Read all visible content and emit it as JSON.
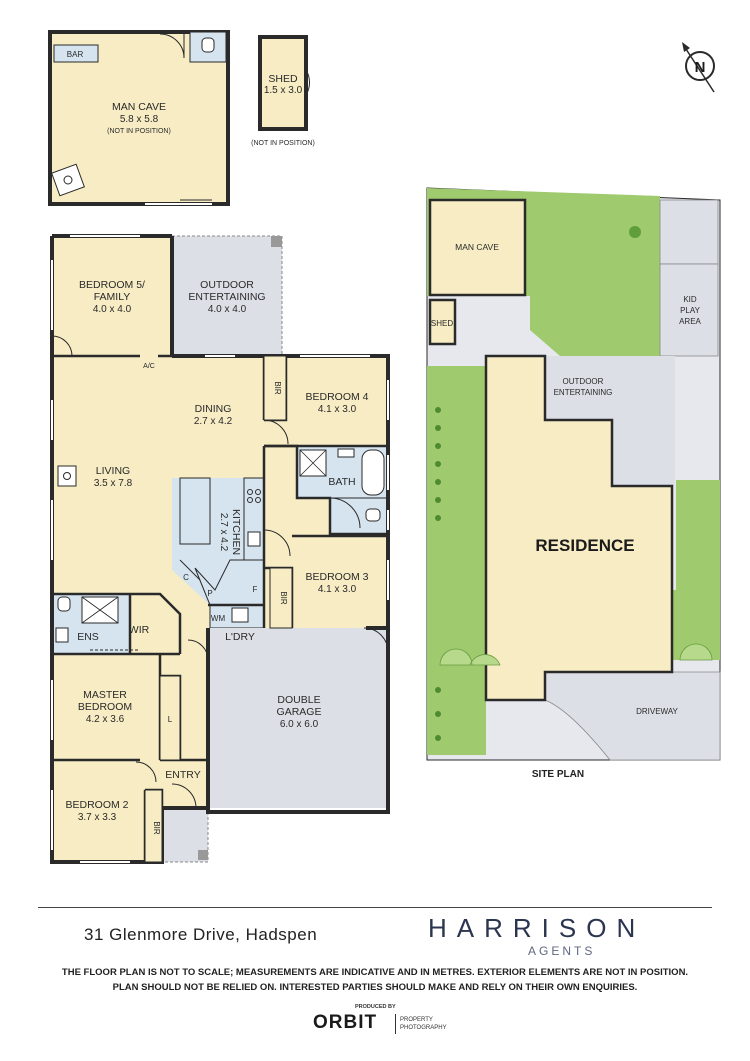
{
  "rooms": {
    "man_cave": {
      "name": "MAN CAVE",
      "dim": "5.8 x 5.8",
      "note": "(NOT IN POSITION)",
      "bar": "BAR"
    },
    "shed": {
      "name": "SHED",
      "dim": "1.5 x 3.0",
      "note": "(NOT IN POSITION)"
    },
    "bedroom5": {
      "name": "BEDROOM 5/",
      "name2": "FAMILY",
      "dim": "4.0 x 4.0"
    },
    "outdoor": {
      "name": "OUTDOOR",
      "name2": "ENTERTAINING",
      "dim": "4.0 x 4.0"
    },
    "ac": "A/C",
    "dining": {
      "name": "DINING",
      "dim": "2.7 x 4.2"
    },
    "bedroom4": {
      "name": "BEDROOM 4",
      "dim": "4.1 x 3.0"
    },
    "bir": "BIR",
    "bath": "BATH",
    "living": {
      "name": "LIVING",
      "dim": "3.5 x 7.8"
    },
    "kitchen": {
      "name": "KITCHEN",
      "dim": "2.7 x 4.2"
    },
    "bedroom3": {
      "name": "BEDROOM 3",
      "dim": "4.1 x 3.0"
    },
    "c": "C",
    "p": "P",
    "f": "F",
    "wm": "WM",
    "ldry": "L'DRY",
    "ens": "ENS",
    "wir": "WIR",
    "master": {
      "name": "MASTER",
      "name2": "BEDROOM",
      "dim": "4.2 x 3.6"
    },
    "l": "L",
    "garage": {
      "name": "DOUBLE",
      "name2": "GARAGE",
      "dim": "6.0 x 6.0"
    },
    "entry": "ENTRY",
    "bedroom2": {
      "name": "BEDROOM 2",
      "dim": "3.7 x 3.3"
    }
  },
  "site": {
    "man_cave": "MAN CAVE",
    "shed": "SHED",
    "kid_play": [
      "KID",
      "PLAY",
      "AREA"
    ],
    "outdoor": [
      "OUTDOOR",
      "ENTERTAINING"
    ],
    "residence": "RESIDENCE",
    "driveway": "DRIVEWAY",
    "title": "SITE PLAN"
  },
  "compass": "N",
  "footer": {
    "address": "31 Glenmore Drive, Hadspen",
    "brand": "HARRISON",
    "brand_sub": "AGENTS",
    "disclaimer_1": "THE FLOOR PLAN IS NOT TO SCALE; MEASUREMENTS ARE INDICATIVE AND IN METRES. EXTERIOR ELEMENTS ARE NOT IN POSITION.",
    "disclaimer_2": "PLAN SHOULD NOT BE RELIED ON. INTERESTED PARTIES SHOULD MAKE AND RELY ON THEIR OWN ENQUIRIES.",
    "produced_by": "PRODUCED BY",
    "orbit": "ORBIT",
    "orbit_sub_1": "PROPERTY",
    "orbit_sub_2": "PHOTOGRAPHY"
  },
  "colors": {
    "room_fill": "#f7ecc4",
    "wet_fill": "#d6e4ef",
    "garage_fill": "#dcdfe6",
    "outdoor_fill": "#dcdfe6",
    "wall": "#2a2a2a",
    "lawn": "#9fca6e",
    "paving": "#dcdfe6"
  }
}
